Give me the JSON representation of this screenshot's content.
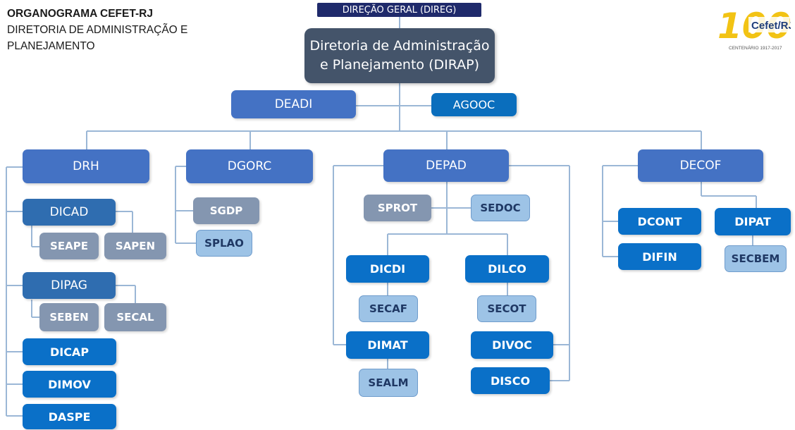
{
  "header": {
    "title": "ORGANOGRAMA CEFET-RJ",
    "subtitle_line1": "DIRETORIA DE ADMINISTRAÇÃO E",
    "subtitle_line2": "PLANEJAMENTO"
  },
  "logo": {
    "numeral": "100",
    "brand": "Cefet/RJ",
    "caption": "CENTENÁRIO 1917-2017"
  },
  "nodes": {
    "direg": "DIREÇÃO GERAL (DIREG)",
    "dirap_line1": "Diretoria de Administração",
    "dirap_line2": "e Planejamento (DIRAP)",
    "deadi": "DEADI",
    "agooc": "AGOOC",
    "drh": "DRH",
    "dgorc": "DGORC",
    "depad": "DEPAD",
    "decof": "DECOF",
    "dicad": "DICAD",
    "seape": "SEAPE",
    "sapen": "SAPEN",
    "dipag": "DIPAG",
    "seben": "SEBEN",
    "secal": "SECAL",
    "dicap": "DICAP",
    "dimov": "DIMOV",
    "daspe": "DASPE",
    "sgdp": "SGDP",
    "splao": "SPLAO",
    "sprot": "SPROT",
    "sedoc": "SEDOC",
    "dicdi": "DICDI",
    "dilco": "DILCO",
    "secaf": "SECAF",
    "secot": "SECOT",
    "dimat": "DIMAT",
    "divoc": "DIVOC",
    "sealm": "SEALM",
    "disco": "DISCO",
    "dcont": "DCONT",
    "dipat": "DIPAT",
    "difin": "DIFIN",
    "secbem": "SECBEM"
  },
  "colors": {
    "line": "#9bb7d6",
    "unit_mid_blue": "#4472c4",
    "unit_blue": "#0a6ebd",
    "unit_grey": "#8496b0",
    "unit_light": "#9dc3e6",
    "unit_dark": "#44546a",
    "unit_navy": "#1f2a6b"
  }
}
